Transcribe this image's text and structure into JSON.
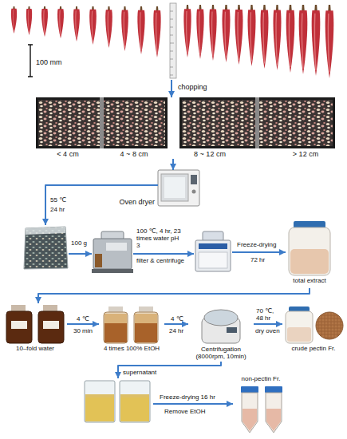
{
  "diagram": {
    "nodes": [
      {
        "text": [
          "100 mm"
        ]
      },
      {
        "text": [
          "< 4 cm",
          "4 ~ 8 cm",
          "8 ~ 12 cm",
          "> 12 cm"
        ]
      },
      {
        "text": [
          "Oven dryer"
        ]
      },
      {
        "text": []
      },
      {
        "text": []
      },
      {
        "text": []
      },
      {
        "text": [
          "total extract"
        ]
      },
      {
        "text": [
          "10–fold water"
        ]
      },
      {
        "text": [
          "4 times 100% EtOH"
        ]
      },
      {
        "text": [
          "Centrifugation (8000rpm, 10min)"
        ]
      },
      {
        "text": [
          "crude pectin Fr."
        ]
      },
      {
        "text": []
      },
      {
        "text": [
          "non-pectin Fr."
        ]
      }
    ],
    "edges": [
      {
        "from": 0,
        "to": 1,
        "arrow": "to",
        "label": "chopping"
      },
      {
        "from": 1,
        "to": 2,
        "arrow": "to"
      },
      {
        "from": 2,
        "to": 3,
        "arrow": "to",
        "label": "55 ℃"
      },
      {
        "from": 3,
        "to": 4,
        "arrow": "to",
        "label": "100 g"
      },
      {
        "from": 4,
        "to": 5,
        "arrow": "to",
        "label": "100 ℃, 4 hr, 23 times water pH 3"
      },
      {
        "from": 5,
        "to": 6,
        "arrow": "to",
        "label": "Freeze-drying"
      },
      {
        "from": 6,
        "to": 7,
        "arrow": "to"
      },
      {
        "from": 7,
        "to": 8,
        "arrow": "to",
        "label": "4 ℃"
      },
      {
        "from": 8,
        "to": 9,
        "arrow": "to",
        "label": "4 ℃"
      },
      {
        "from": 9,
        "to": 10,
        "arrow": "to",
        "label": "70 ℃, 48 hr"
      },
      {
        "from": 9,
        "to": 11,
        "arrow": "to",
        "label": "supernatant"
      },
      {
        "from": 11,
        "to": 12,
        "arrow": "to",
        "label": "Freeze-drying 16 hr"
      }
    ],
    "labels": [
      "24 hr",
      "filter & centrifuge",
      "72 hr",
      "30 min",
      "24 hr",
      "dry oven",
      "Remove EtOH"
    ]
  }
}
